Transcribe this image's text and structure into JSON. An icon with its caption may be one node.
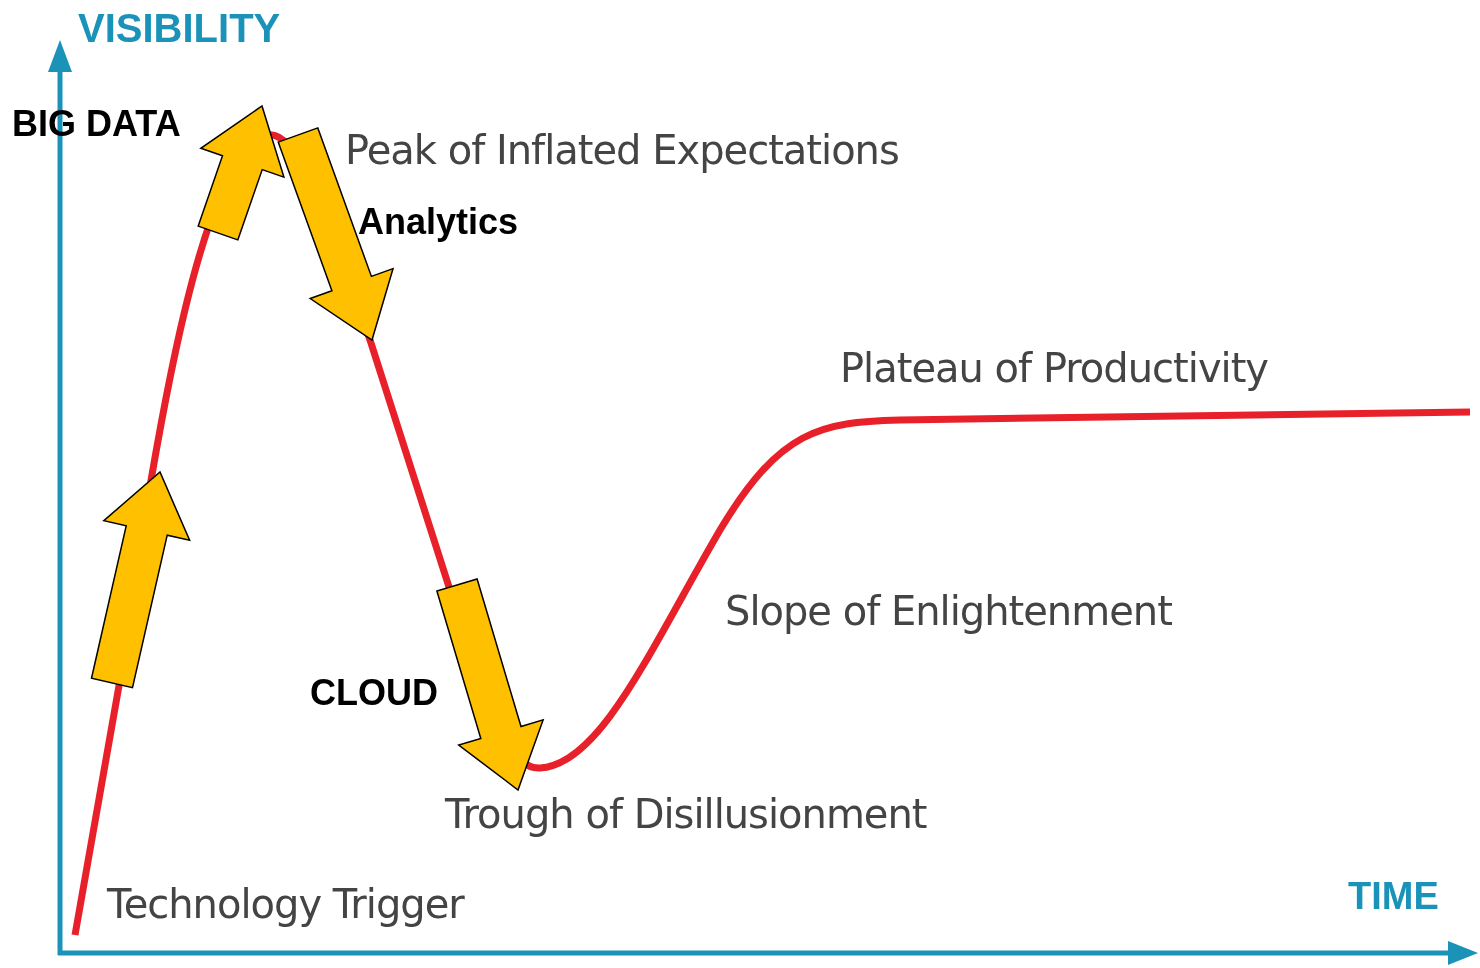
{
  "diagram": {
    "labels": [
      "VISIBILITY",
      "BIG DATA",
      "Peak of Inflated Expectations",
      "Analytics",
      "Plateau of Productivity",
      "Slope of Enlightenment",
      "CLOUD",
      "Trough of Disillusionment",
      "Technology Trigger",
      "TIME"
    ]
  }
}
